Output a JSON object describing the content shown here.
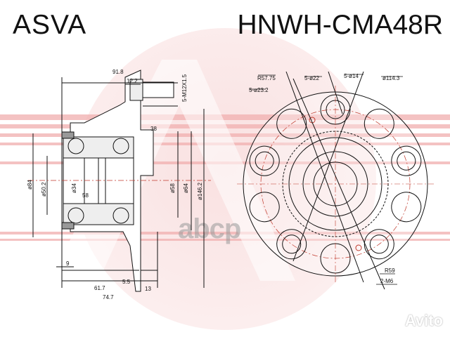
{
  "header": {
    "brand": "ASVA",
    "part_number": "HNWH-CMA48R"
  },
  "watermarks": {
    "center_brand": "abcp",
    "corner_brand": "Avito",
    "background_logo": "ASVA"
  },
  "side_view": {
    "dimensions": {
      "overall_length": "91.8",
      "flange_thickness": "12.2",
      "stud_spec": "5-M12X1.5",
      "stud_length": "38",
      "outer_dia": "ø84",
      "bore_dia": "ø50.2",
      "inner_dia": "ø34",
      "bearing_width": "58",
      "pilot_dia": "ø58",
      "hub_dia": "ø64",
      "flange_dia": "ø146.2",
      "seal_offset": "9",
      "flange_gap": "5.5",
      "pilot_length": "13",
      "hub_length": "61.7",
      "total_length": "74.7"
    }
  },
  "front_view": {
    "labels": {
      "radius_outer": "R57.75",
      "hole_count_22": "5-ø22",
      "stud_holes": "5-ø14",
      "pcd": "ø114.3",
      "lightening_holes": "5-ø23.2",
      "radius_r59": "R59",
      "screw_holes": "2-M6"
    }
  },
  "colors": {
    "line": "#111111",
    "centerline": "#c0392b",
    "watermark": "#e8a0a0"
  }
}
